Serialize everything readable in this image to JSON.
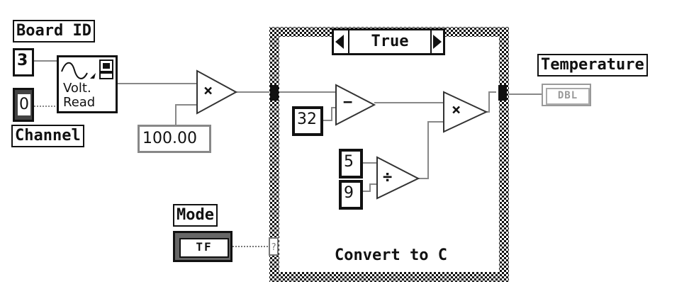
{
  "labels": {
    "board_id": "Board ID",
    "channel": "Channel",
    "mode": "Mode",
    "temperature": "Temperature",
    "case_title": "Convert to C"
  },
  "controls": {
    "board_id_value": "3",
    "channel_value": "0",
    "multiplier_value": "100.00",
    "offset_value": "32",
    "numerator_value": "5",
    "denominator_value": "9",
    "mode_type": "TF",
    "temperature_type": "DBL"
  },
  "vi": {
    "line1": "Volt.",
    "line2": "Read"
  },
  "case_selector": {
    "value": "True"
  },
  "operators": {
    "multiply": "×",
    "subtract": "−",
    "divide": "÷"
  }
}
